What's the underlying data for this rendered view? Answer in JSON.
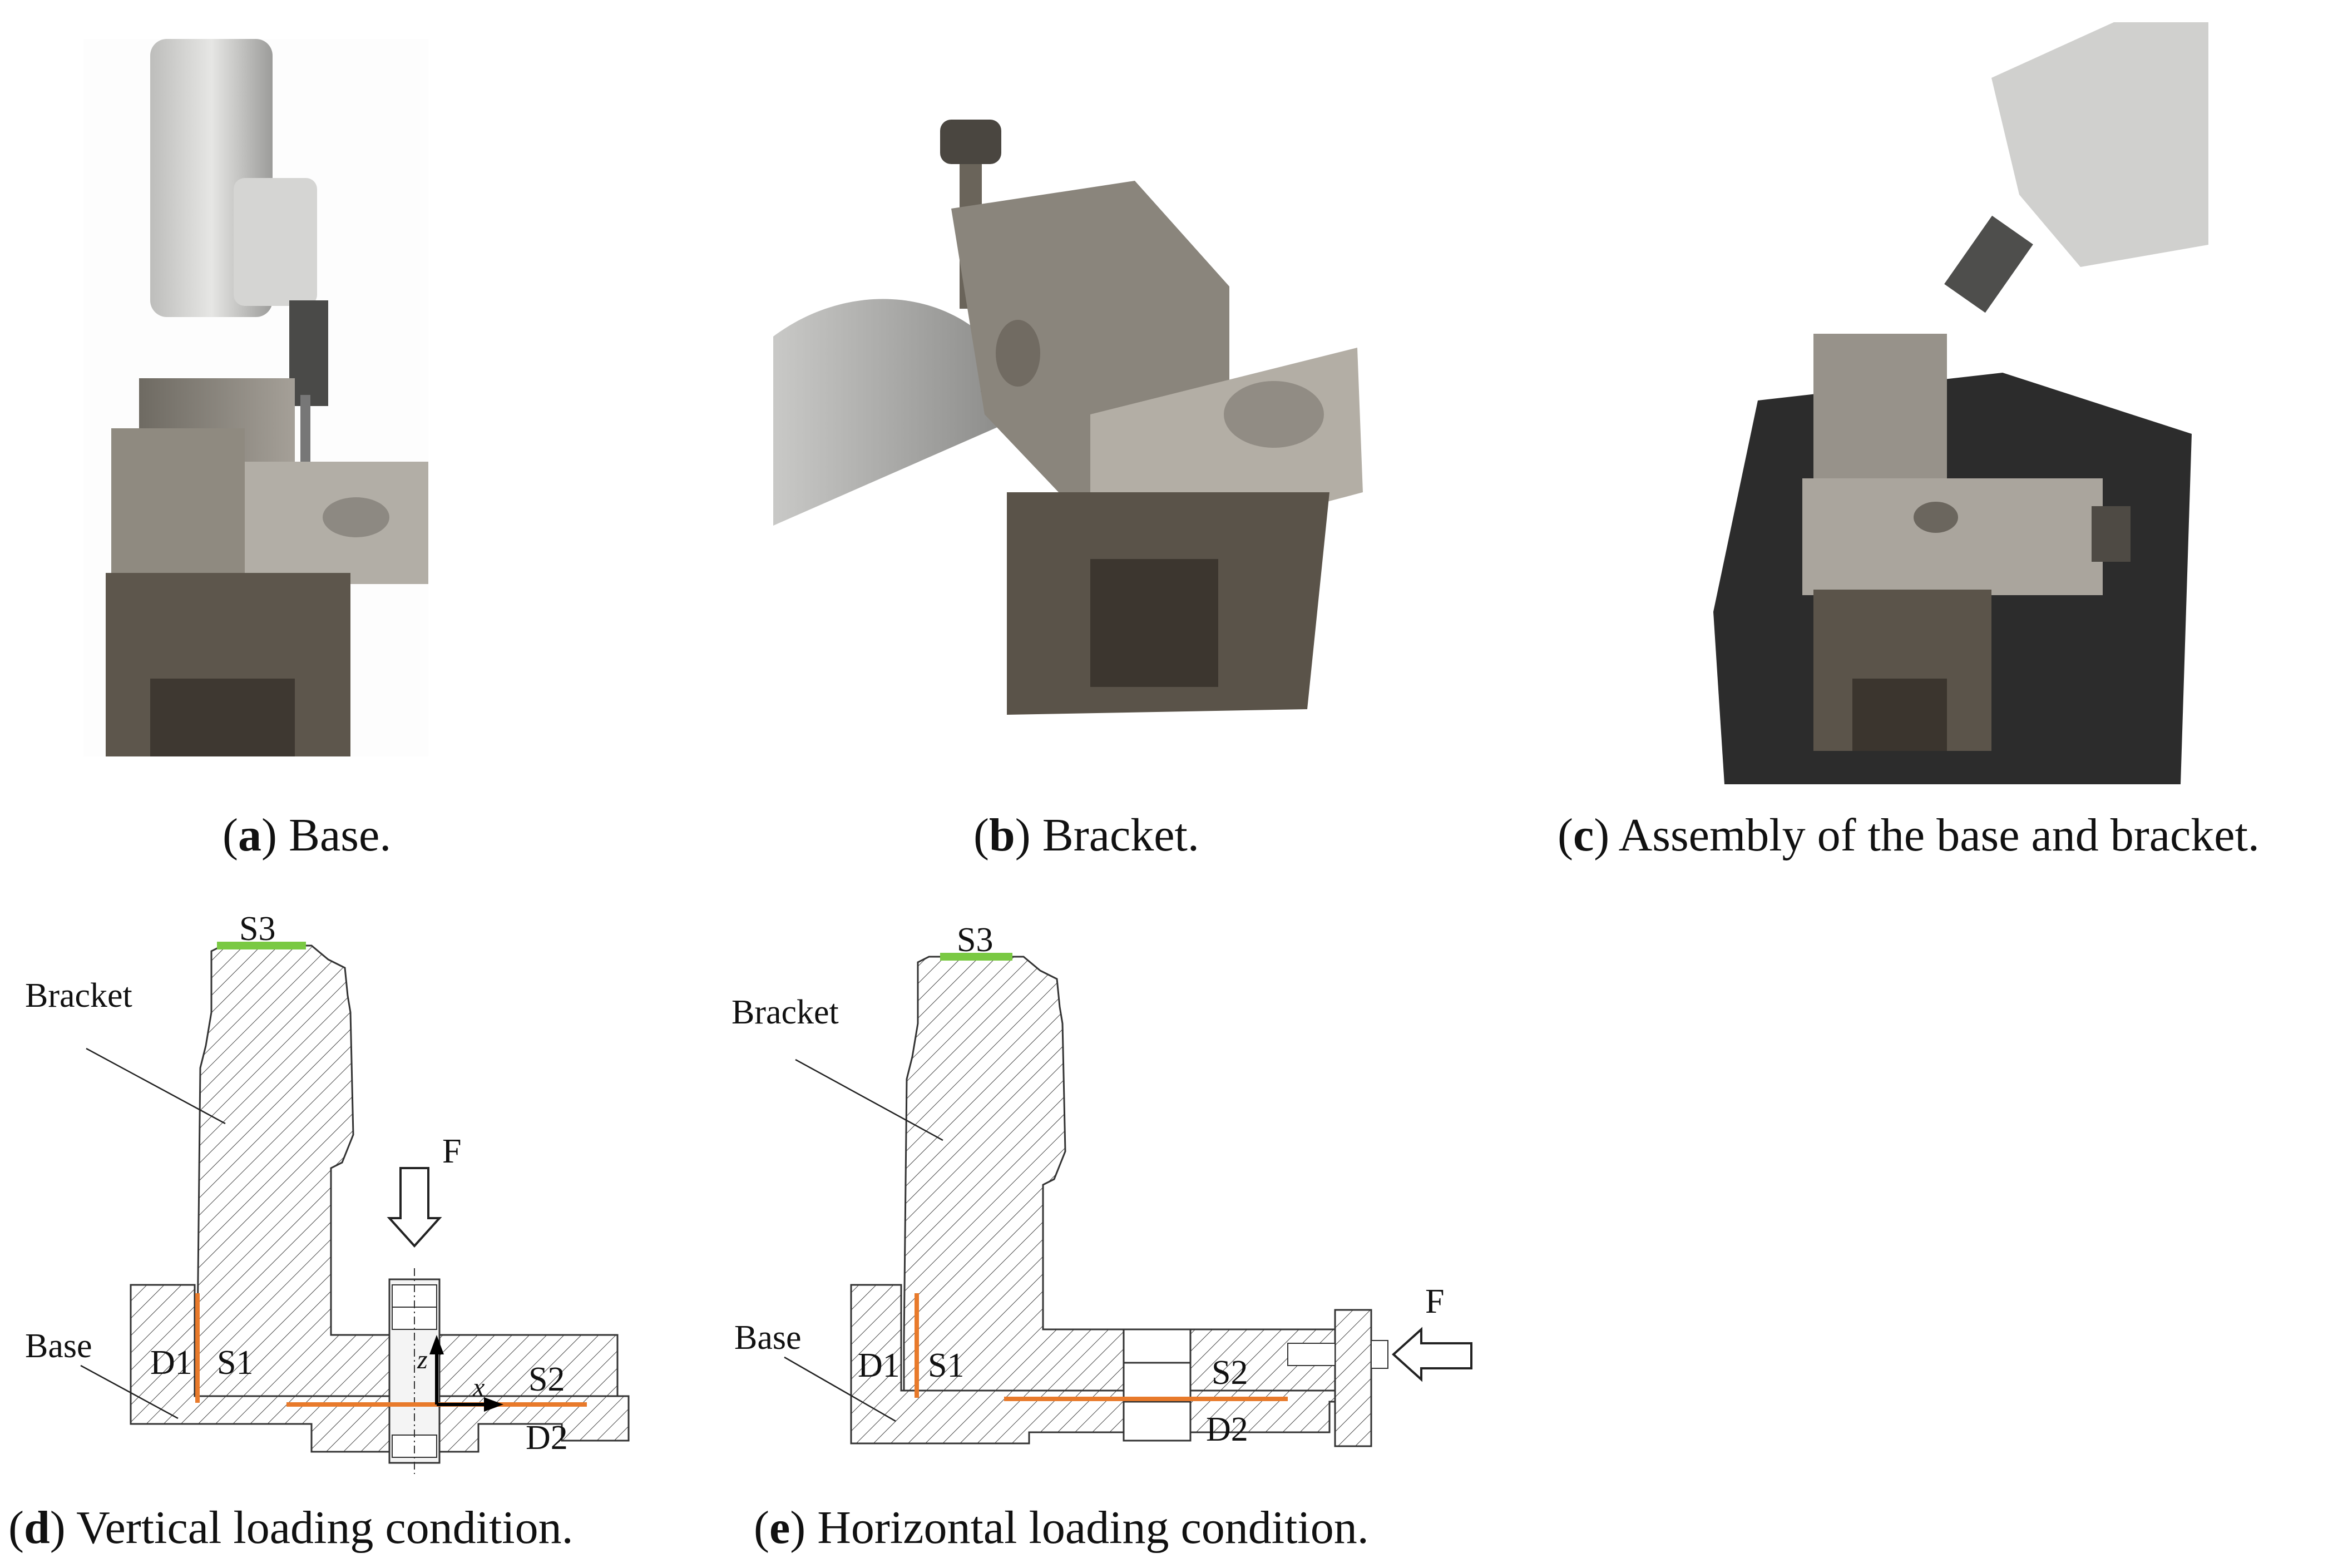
{
  "panels": {
    "a": {
      "letter": "a",
      "caption": "Base."
    },
    "b": {
      "letter": "b",
      "caption": "Bracket."
    },
    "c": {
      "letter": "c",
      "caption": "Assembly of the base and bracket."
    },
    "d": {
      "letter": "d",
      "caption": "Vertical loading condition."
    },
    "e": {
      "letter": "e",
      "caption": "Horizontal loading condition."
    }
  },
  "diagram_d": {
    "bracket": "Bracket",
    "base": "Base",
    "s1": "S1",
    "s2": "S2",
    "s3": "S3",
    "d1": "D1",
    "d2": "D2",
    "force": "F",
    "axis_z": "z",
    "axis_x": "x"
  },
  "diagram_e": {
    "bracket": "Bracket",
    "base": "Base",
    "s1": "S1",
    "s2": "S2",
    "s3": "S3",
    "d1": "D1",
    "d2": "D2",
    "force": "F"
  },
  "colors": {
    "contact": "#e87a2b",
    "measure": "#7ac943",
    "steel": "#8a8a86",
    "granite": "#2a2a2a"
  }
}
